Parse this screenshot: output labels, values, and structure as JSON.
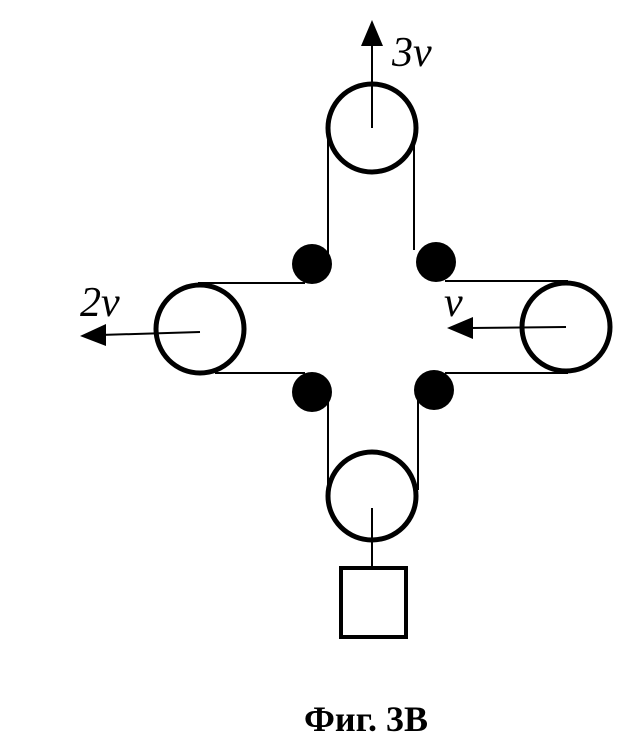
{
  "labels": {
    "top_velocity": "3v",
    "left_velocity": "2v",
    "right_velocity": "v"
  },
  "caption": "Фиг. 3В",
  "colors": {
    "stroke": "#000000",
    "background": "#ffffff"
  }
}
